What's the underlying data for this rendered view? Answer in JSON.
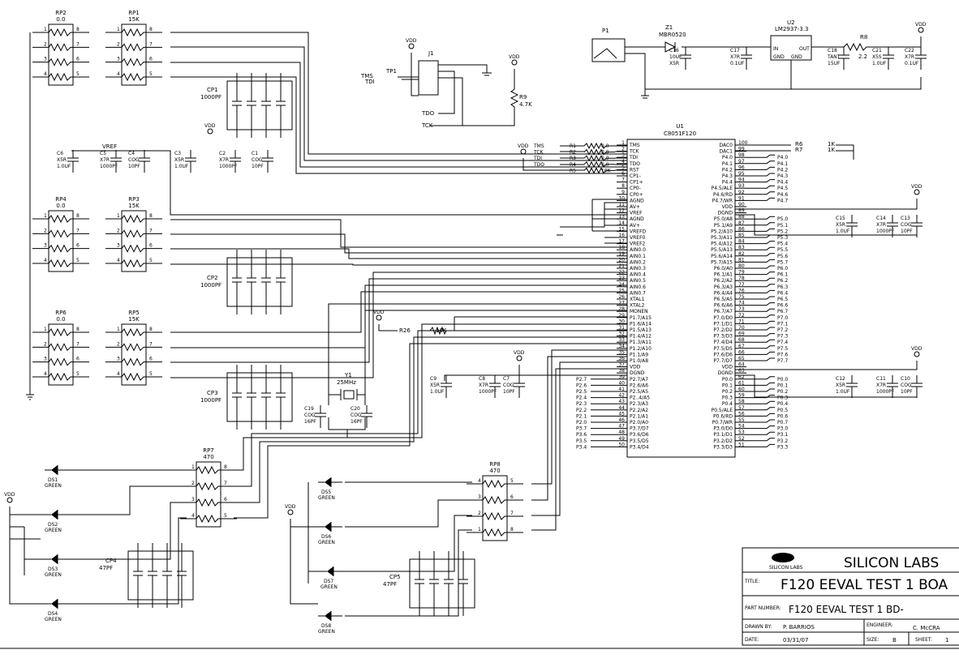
{
  "ic": {
    "ref": "U1",
    "part": "C8051F120"
  },
  "left_pins": [
    {
      "n": "1",
      "name": "TMS"
    },
    {
      "n": "2",
      "name": "TCK"
    },
    {
      "n": "3",
      "name": "TDI"
    },
    {
      "n": "4",
      "name": "TDO"
    },
    {
      "n": "5",
      "name": "RST"
    },
    {
      "n": "6",
      "name": "CP1-"
    },
    {
      "n": "7",
      "name": "CP1+"
    },
    {
      "n": "8",
      "name": "CP0-"
    },
    {
      "n": "9",
      "name": "CP0+"
    },
    {
      "n": "10",
      "name": "AGND"
    },
    {
      "n": "11",
      "name": "AV+"
    },
    {
      "n": "12",
      "name": "VREF"
    },
    {
      "n": "13",
      "name": "AGND"
    },
    {
      "n": "14",
      "name": "AV+"
    },
    {
      "n": "15",
      "name": "VREFD"
    },
    {
      "n": "16",
      "name": "VREF0"
    },
    {
      "n": "17",
      "name": "VREF2"
    },
    {
      "n": "18",
      "name": "AIN0.0"
    },
    {
      "n": "19",
      "name": "AIN0.1"
    },
    {
      "n": "20",
      "name": "AIN0.2"
    },
    {
      "n": "21",
      "name": "AIN0.3"
    },
    {
      "n": "22",
      "name": "AIN0.4"
    },
    {
      "n": "23",
      "name": "AIN0.5"
    },
    {
      "n": "24",
      "name": "AIN0.6"
    },
    {
      "n": "25",
      "name": "AIN0.7"
    },
    {
      "n": "26",
      "name": "XTAL1"
    },
    {
      "n": "27",
      "name": "XTAL2"
    },
    {
      "n": "28",
      "name": "MONEN"
    },
    {
      "n": "29",
      "name": "P1.7/A15"
    },
    {
      "n": "30",
      "name": "P1.6/A14"
    },
    {
      "n": "31",
      "name": "P1.5/A13"
    },
    {
      "n": "32",
      "name": "P1.4/A12"
    },
    {
      "n": "33",
      "name": "P1.3/A11"
    },
    {
      "n": "34",
      "name": "P1.2/A10"
    },
    {
      "n": "35",
      "name": "P1.1/A9"
    },
    {
      "n": "36",
      "name": "P1.0/A8"
    },
    {
      "n": "37",
      "name": "VDD"
    },
    {
      "n": "38",
      "name": "DGND"
    },
    {
      "n": "39",
      "name": "P2.7/A7"
    },
    {
      "n": "40",
      "name": "P2.6/A6"
    },
    {
      "n": "41",
      "name": "P2.5/A5"
    },
    {
      "n": "42",
      "name": "P2..4/A5"
    },
    {
      "n": "43",
      "name": "P2.3/A3"
    },
    {
      "n": "44",
      "name": "P2.2/A2"
    },
    {
      "n": "45",
      "name": "P2.1/A1"
    },
    {
      "n": "46",
      "name": "P2.0/A0"
    },
    {
      "n": "47",
      "name": "P3.7/D7"
    },
    {
      "n": "48",
      "name": "P3.6/D6"
    },
    {
      "n": "49",
      "name": "P3.5/D5"
    },
    {
      "n": "50",
      "name": "P3.4/D4"
    }
  ],
  "right_pins": [
    {
      "n": "100",
      "name": "DAC0"
    },
    {
      "n": "99",
      "name": "DAC1"
    },
    {
      "n": "98",
      "name": "P4.0"
    },
    {
      "n": "97",
      "name": "P4.1"
    },
    {
      "n": "96",
      "name": "P4.2"
    },
    {
      "n": "95",
      "name": "P4.3"
    },
    {
      "n": "94",
      "name": "P4.4"
    },
    {
      "n": "93",
      "name": "P4.5/ALE"
    },
    {
      "n": "92",
      "name": "P4.6/RD"
    },
    {
      "n": "91",
      "name": "P4.7/WR"
    },
    {
      "n": "90",
      "name": "VDD"
    },
    {
      "n": "89",
      "name": "DGND"
    },
    {
      "n": "88",
      "name": "P5.0/A8"
    },
    {
      "n": "87",
      "name": "P5.1/A9"
    },
    {
      "n": "86",
      "name": "P5.2/A10"
    },
    {
      "n": "85",
      "name": "P5.3/A11"
    },
    {
      "n": "84",
      "name": "P5.4/A12"
    },
    {
      "n": "83",
      "name": "P5.5/A13"
    },
    {
      "n": "82",
      "name": "P5.6/A14"
    },
    {
      "n": "81",
      "name": "P5.7/A15"
    },
    {
      "n": "80",
      "name": "P6.0/A0"
    },
    {
      "n": "79",
      "name": "P6.1/A1"
    },
    {
      "n": "78",
      "name": "P6.2/A2"
    },
    {
      "n": "77",
      "name": "P6.3/A3"
    },
    {
      "n": "76",
      "name": "P6.4/A4"
    },
    {
      "n": "75",
      "name": "P6.5/A5"
    },
    {
      "n": "74",
      "name": "P6.6/A6"
    },
    {
      "n": "73",
      "name": "P6.7/A7"
    },
    {
      "n": "72",
      "name": "P7.0/D0"
    },
    {
      "n": "71",
      "name": "P7.1/D1"
    },
    {
      "n": "70",
      "name": "P7.2/D2"
    },
    {
      "n": "69",
      "name": "P7.3/D3"
    },
    {
      "n": "68",
      "name": "P7.4/D4"
    },
    {
      "n": "67",
      "name": "P7.5/D5"
    },
    {
      "n": "66",
      "name": "P7.6/D6"
    },
    {
      "n": "65",
      "name": "P7.7/D7"
    },
    {
      "n": "64",
      "name": "VDD"
    },
    {
      "n": "63",
      "name": "DGND"
    },
    {
      "n": "62",
      "name": "P0.0"
    },
    {
      "n": "61",
      "name": "P0.1"
    },
    {
      "n": "60",
      "name": "P0.2"
    },
    {
      "n": "59",
      "name": "P0.3"
    },
    {
      "n": "58",
      "name": "P0.4"
    },
    {
      "n": "57",
      "name": "P0.5/ALE"
    },
    {
      "n": "56",
      "name": "P0.6/RD"
    },
    {
      "n": "55",
      "name": "P0.7/WR"
    },
    {
      "n": "54",
      "name": "P3.0/D0"
    },
    {
      "n": "53",
      "name": "P3.1/D1"
    },
    {
      "n": "52",
      "name": "P3.2/D2"
    },
    {
      "n": "51",
      "name": "P3.3/D3"
    }
  ],
  "right_nets": [
    "P4.0",
    "P4.1",
    "P4.2",
    "P4.3",
    "P4.4",
    "P4.5",
    "P4.6",
    "P4.7",
    "",
    "",
    "P5.0",
    "P5.1",
    "P5.2",
    "P5.3",
    "P5.4",
    "P5.5",
    "P5.6",
    "P5.7",
    "P6.0",
    "P6.1",
    "P6.2",
    "P6.3",
    "P6.4",
    "P6.5",
    "P6.6",
    "P6.7",
    "P7.0",
    "P7.1",
    "P7.2",
    "P7.3",
    "P7.4",
    "P7.5",
    "P7.6",
    "P7.7",
    "",
    "",
    "P0.0",
    "P0.1",
    "P0.2",
    "P0.3",
    "P0.4",
    "P0.5",
    "P0.6",
    "P0.7",
    "P3.0",
    "P3.1",
    "P3.2",
    "P3.3"
  ],
  "left_nets": [
    "P2.7",
    "P2.6",
    "P2.5",
    "P2.4",
    "P2.3",
    "P2.2",
    "P2.1",
    "P2.0",
    "P3.7",
    "P3.6",
    "P3.5",
    "P3.4"
  ],
  "jtag_resistors": [
    {
      "net": "TMS",
      "ref": "R1",
      "val": "0.0"
    },
    {
      "net": "TCK",
      "ref": "R2",
      "val": "0.0"
    },
    {
      "net": "TDI",
      "ref": "R3",
      "val": "0.0"
    },
    {
      "net": "TDO",
      "ref": "R4",
      "val": "0.0"
    },
    {
      "net": "",
      "ref": "R5",
      "val": "10K"
    }
  ],
  "resistor_packs": [
    {
      "ref": "RP2",
      "val": "0.0"
    },
    {
      "ref": "RP1",
      "val": "15K"
    },
    {
      "ref": "RP4",
      "val": "0.0"
    },
    {
      "ref": "RP3",
      "val": "15K"
    },
    {
      "ref": "RP6",
      "val": "0.0"
    },
    {
      "ref": "RP5",
      "val": "15K"
    },
    {
      "ref": "RP7",
      "val": "470"
    },
    {
      "ref": "RP8",
      "val": "470"
    }
  ],
  "cap_packs": [
    {
      "ref": "CP1",
      "val": "1000PF"
    },
    {
      "ref": "CP2",
      "val": "1000PF"
    },
    {
      "ref": "CP3",
      "val": "1000PF"
    },
    {
      "ref": "CP4",
      "val": "47PF"
    },
    {
      "ref": "CP5",
      "val": "47PF"
    }
  ],
  "caps": [
    {
      "ref": "C6",
      "type": "X5R",
      "val": "1.0UF"
    },
    {
      "ref": "C5",
      "type": "X7R",
      "val": "1000PF"
    },
    {
      "ref": "C4",
      "type": "COG",
      "val": "10PF"
    },
    {
      "ref": "C3",
      "type": "X5R",
      "val": "1.0UF"
    },
    {
      "ref": "C2",
      "type": "X7R",
      "val": "1000PF"
    },
    {
      "ref": "C1",
      "type": "COG",
      "val": "10PF"
    },
    {
      "ref": "C9",
      "type": "X5R",
      "val": "1.0UF"
    },
    {
      "ref": "C8",
      "type": "X7R",
      "val": "1000PF"
    },
    {
      "ref": "C7",
      "type": "COG",
      "val": "10PF"
    },
    {
      "ref": "C15",
      "type": "X5R",
      "val": "1.0UF"
    },
    {
      "ref": "C14",
      "type": "X7R",
      "val": "1000PF"
    },
    {
      "ref": "C13",
      "type": "COG",
      "val": "10PF"
    },
    {
      "ref": "C12",
      "type": "X5R",
      "val": "1.0UF"
    },
    {
      "ref": "C11",
      "type": "X7R",
      "val": "1000PF"
    },
    {
      "ref": "C10",
      "type": "COG",
      "val": "10PF"
    },
    {
      "ref": "C19",
      "type": "COG",
      "val": "16PF"
    },
    {
      "ref": "C20",
      "type": "COG",
      "val": "16PF"
    },
    {
      "ref": "C16",
      "type": "10UF",
      "val": "X5R"
    },
    {
      "ref": "C17",
      "type": "X7R",
      "val": "0.1UF"
    },
    {
      "ref": "C18",
      "type": "TANT",
      "val": "15UF"
    },
    {
      "ref": "C21",
      "type": "X5S",
      "val": "1.0UF"
    },
    {
      "ref": "C22",
      "type": "X7R",
      "val": "0.1UF"
    }
  ],
  "leds": [
    {
      "ref": "DS1",
      "color": "GREEN"
    },
    {
      "ref": "DS2",
      "color": "GREEN"
    },
    {
      "ref": "DS3",
      "color": "GREEN"
    },
    {
      "ref": "DS4",
      "color": "GREEN"
    },
    {
      "ref": "DS5",
      "color": "GREEN"
    },
    {
      "ref": "DS6",
      "color": "GREEN"
    },
    {
      "ref": "DS7",
      "color": "GREEN"
    },
    {
      "ref": "DS8",
      "color": "GREEN"
    }
  ],
  "misc": {
    "vdd": "VDD",
    "vref": "VREF",
    "p1": "P1",
    "z1_ref": "Z1",
    "z1_part": "MBR0520",
    "u2_ref": "U2",
    "u2_part": "LM2937-3.3",
    "u2_in": "IN",
    "u2_out": "OUT",
    "u2_gnd1": "GND",
    "u2_gnd2": "GND",
    "r8_ref": "R8",
    "r8_val": "2.2",
    "r9_ref": "R9",
    "r9_val": "4.7K",
    "r26_ref": "R26",
    "r26_val": "10K",
    "r6_ref": "R6",
    "r6_val": "1K",
    "r7_ref": "R7",
    "r7_val": "1K",
    "y1_ref": "Y1",
    "y1_val": "25MHz",
    "j1": "J1",
    "tp1": "TP1",
    "tms": "TMS",
    "tdi": "TDI",
    "tdo": "TDO",
    "tck": "TCK"
  },
  "title_block": {
    "company": "SILICON LABS",
    "logo_text": "SILICON LABS",
    "title_label": "TITLE:",
    "title": "F120 EEVAL TEST 1 BOA",
    "part_label": "PART NUMBER:",
    "part": "F120 EEVAL TEST 1 BD-",
    "drawn_label": "DRAWN BY:",
    "drawn": "P. BARRIOS",
    "eng_label": "ENGINEER:",
    "eng": "C. McCRA",
    "date_label": "DATE:",
    "date": "03/31/07",
    "size_label": "SIZE:",
    "size": "B",
    "sheet_label": "SHEET:",
    "sheet": "1"
  }
}
